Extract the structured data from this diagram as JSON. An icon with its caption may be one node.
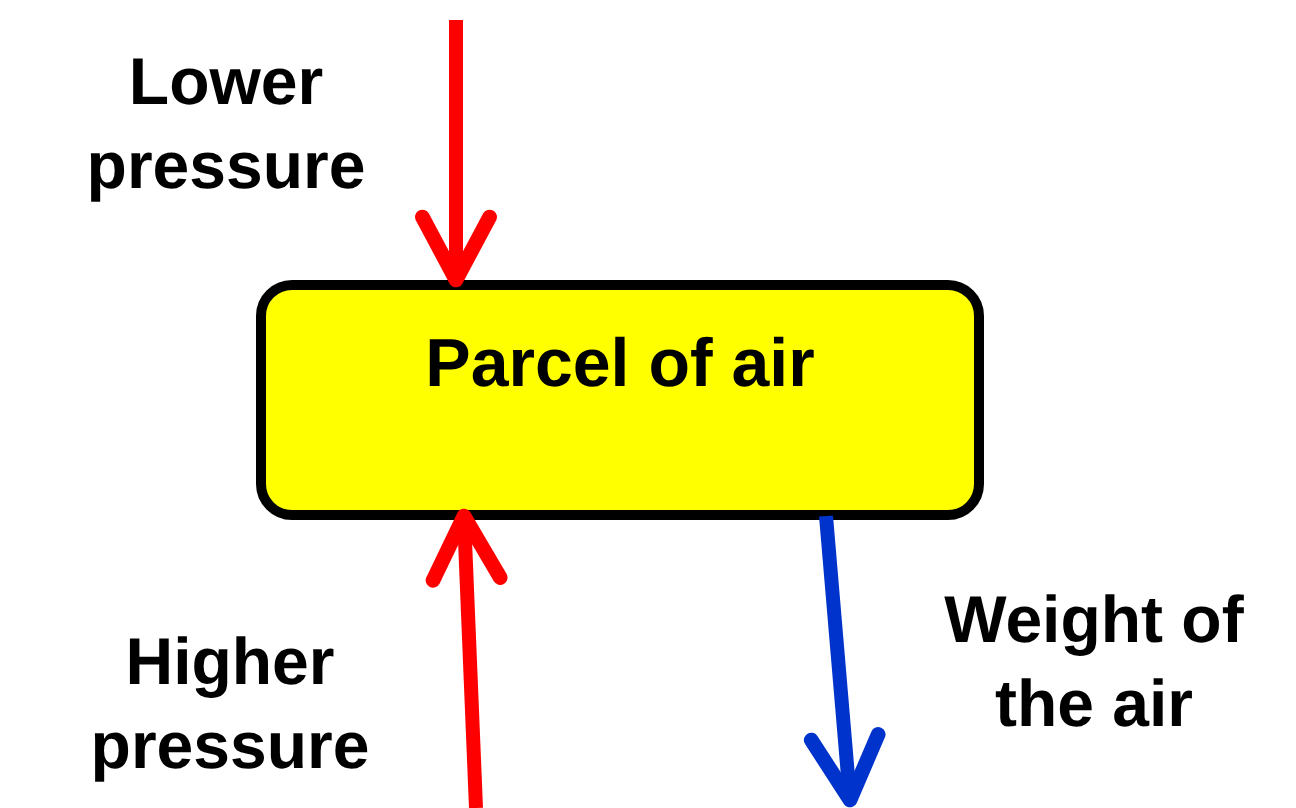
{
  "diagram": {
    "nodes": [
      {
        "text": [
          "Parcel of air"
        ]
      }
    ],
    "labels": [
      "Lower pressure",
      "Higher pressure",
      "Weight of the air"
    ]
  }
}
